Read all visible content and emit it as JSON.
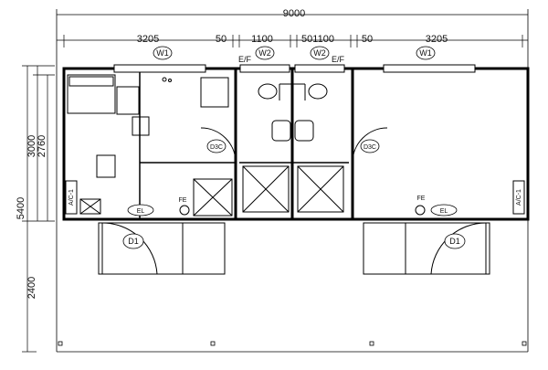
{
  "dimensions": {
    "total_width": "9000",
    "seg_left": "3205",
    "gap_a": "50",
    "seg_mid_left": "1100",
    "seg_mid_center": "501100",
    "gap_b": "50",
    "seg_right": "3205",
    "total_height": "5400",
    "upper_height": "3000",
    "inner_height": "2760",
    "lower_height": "2400"
  },
  "labels": {
    "window_w1": "W1",
    "window_w2": "W2",
    "ef": "E/F",
    "door_d1": "D1",
    "door_d3c": "D3C",
    "ac": "A/C-1",
    "el": "EL",
    "fe": "FE"
  }
}
